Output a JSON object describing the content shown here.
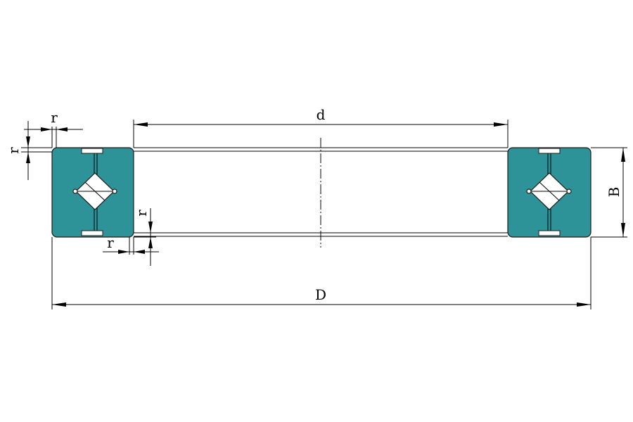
{
  "colors": {
    "ring_fill": "#2e9399",
    "line": "#000000",
    "background": "#ffffff"
  },
  "labels": {
    "bore_diameter": "d",
    "outer_diameter": "D",
    "width": "B",
    "chamfer_top_horizontal": "r",
    "chamfer_top_vertical": "r",
    "chamfer_bottom_horizontal": "r",
    "chamfer_bottom_vertical": "r"
  }
}
